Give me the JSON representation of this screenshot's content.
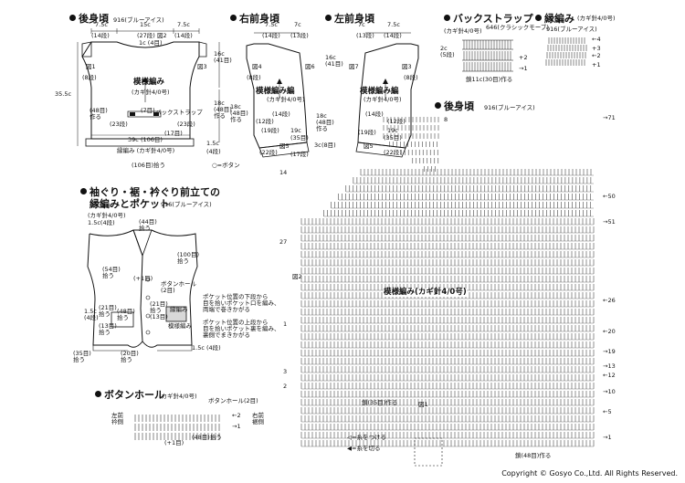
{
  "sections": {
    "back": {
      "title": "後身頃",
      "yarn": "916(ブルーアイス)"
    },
    "right_front": {
      "title": "右前身頃"
    },
    "left_front": {
      "title": "左前身頃"
    },
    "back_strap": {
      "title": "バックストラップ",
      "hook": "(カギ針4/0号)",
      "yarn": "646(クラシックモーブ)"
    },
    "edge": {
      "title": "縁編み",
      "hook": "(カギ針4/0号)",
      "yarn": "916(ブルーアイス)"
    },
    "trim": {
      "title": "袖ぐり・裾・衿ぐり前立ての",
      "title2": "縁編みとポケット",
      "yarn": "916(ブルーアイス)",
      "hook": "(カギ針4/0号)"
    },
    "buttonhole": {
      "title": "ボタンホール",
      "hook": "(カギ針4/0号)"
    },
    "back_chart": {
      "title": "後身頃",
      "yarn": "916(ブルーアイス)"
    }
  },
  "back_piece": {
    "top_dims": [
      "7.5c",
      "15c",
      "7.5c"
    ],
    "top_rows": [
      "(14段)",
      "(27段)",
      "図2",
      "(14段)"
    ],
    "neck": "1c",
    "neck_rows": "(4目)",
    "fig1": "図1",
    "fig3": "図3",
    "side_left_rows": "(8段)",
    "total_height": "35.5c",
    "side_right_1": "16c",
    "side_right_1b": "(41目)",
    "side_right_2": "18c",
    "side_right_2b": "(48目)",
    "side_right_2c": "作る",
    "pattern": "模様編み",
    "pattern_hook": "(カギ針4/0号)",
    "strap": "バックストラップ",
    "r1": "(7目)",
    "r2": "(23段)",
    "r3": "(23段)",
    "r4": "(17目)",
    "r5": "(48目)",
    "r6": "作る",
    "bottom_width": "39c",
    "bottom_rows": "(106目)",
    "edge_label": "縁編み",
    "edge_hook": "(カギ針4/0号)",
    "edge_height": "1.5c",
    "edge_rows": "(4段)",
    "pick": "(106目)拾う",
    "button": "○=ボタン"
  },
  "right_front_piece": {
    "top": [
      "7.5c",
      "7c"
    ],
    "top_rows": [
      "(14段)",
      "(13段)"
    ],
    "fig4": "図4",
    "fig6": "図6",
    "side": "(8段)",
    "pattern": "模様編み編",
    "hook": "(カギ針4/0号)",
    "left_h": "18c",
    "left_hb": "(48目)",
    "left_hc": "作る",
    "r1": "(14段)",
    "r2": "(12段)",
    "r3": "(19段)",
    "r4": "19c",
    "r5": "(35目)",
    "bottom": "(22段)",
    "fig5": "図5",
    "r6": "(17段)",
    "edge": "3c",
    "edge2": "(8目)"
  },
  "left_front_piece": {
    "top": [
      "7c",
      "7.5c"
    ],
    "top_rows": [
      "(13段)",
      "(14段)"
    ],
    "fig7": "図7",
    "fig3": "図3",
    "side": "(8段)",
    "pattern": "模様編み編",
    "hook": "(カギ針4/0号)",
    "right_h": "16c",
    "right_hb": "(41目)",
    "r1": "(14段)",
    "r2": "(12段)",
    "r3": "(19段)",
    "r4": "19c",
    "r5": "(35目)",
    "r6": "18c",
    "r7": "(48目)",
    "r8": "作る",
    "bottom": "(22段)",
    "fig5": "図5"
  },
  "strap_piece": {
    "dims": "2c",
    "rows": "(5段)",
    "foot": "鎖11c(30目)作る",
    "marks": [
      "+2",
      "→1"
    ]
  },
  "edge_piece": {
    "marks": [
      "←4",
      "+3",
      "←2",
      "+1"
    ]
  },
  "vest": {
    "top_left": "1.5c(4段)",
    "top_center": "(44目)",
    "pick": "拾う",
    "l1": "(54目)",
    "l2": "拾う",
    "l3": "(+1目)",
    "l4": "(100目)",
    "l5": "拾う",
    "button_hole": "ボタンホール",
    "button_hole2": "(2目)",
    "r1": "(21目)",
    "r2": "拾う",
    "r3": "(13目)",
    "p1": "1.5c",
    "p2": "(4段)",
    "p3": "(21目)",
    "p4": "拾う",
    "p5": "(13目)",
    "p6": "拾う",
    "p7": "(48目)",
    "p8": "拾う",
    "pattern_edge": "縁編み",
    "pocket": "模様編み",
    "b1": "(35目)",
    "b2": "拾う",
    "b3": "(20目)",
    "b4": "拾う",
    "b5": "1.5c",
    "b6": "(4段)",
    "note1": "ポケット位置の下段から",
    "note2": "目を拾いポケット口を編み、",
    "note3": "両端で巻きかがる",
    "note4": "ポケット位置の上段から",
    "note5": "目を拾いポケット裏を編み、",
    "note6": "裏側でまきかがる"
  },
  "buttonhole_piece": {
    "label": "ボタンホール(2目)",
    "left": "左前",
    "left2": "衿側",
    "right": "右前",
    "right2": "裾側",
    "m1": "(48目)",
    "m2": "拾う",
    "m3": "(+1目)",
    "marks": [
      "←2",
      "→1"
    ]
  },
  "chart": {
    "pattern": "模様編み",
    "hook": "(カギ針4/0号)",
    "fig2": "図2",
    "fig1": "図1",
    "top_row": "8",
    "right_rows": [
      "→71",
      "←50",
      "→51",
      "←26",
      "←20",
      "→19",
      "→13",
      "←12",
      "→10",
      "←5",
      "→1"
    ],
    "left_rows": [
      "14",
      "3",
      "27",
      "1",
      "2"
    ],
    "bottom_foot": "鎖(35目)作る",
    "bottom_foot2": "鎖(48目)作る",
    "legend1": "=糸をつける",
    "legend2": "=糸を切る"
  },
  "copyright": "Copyright © Gosyo Co.,Ltd. All Rights Reserved."
}
